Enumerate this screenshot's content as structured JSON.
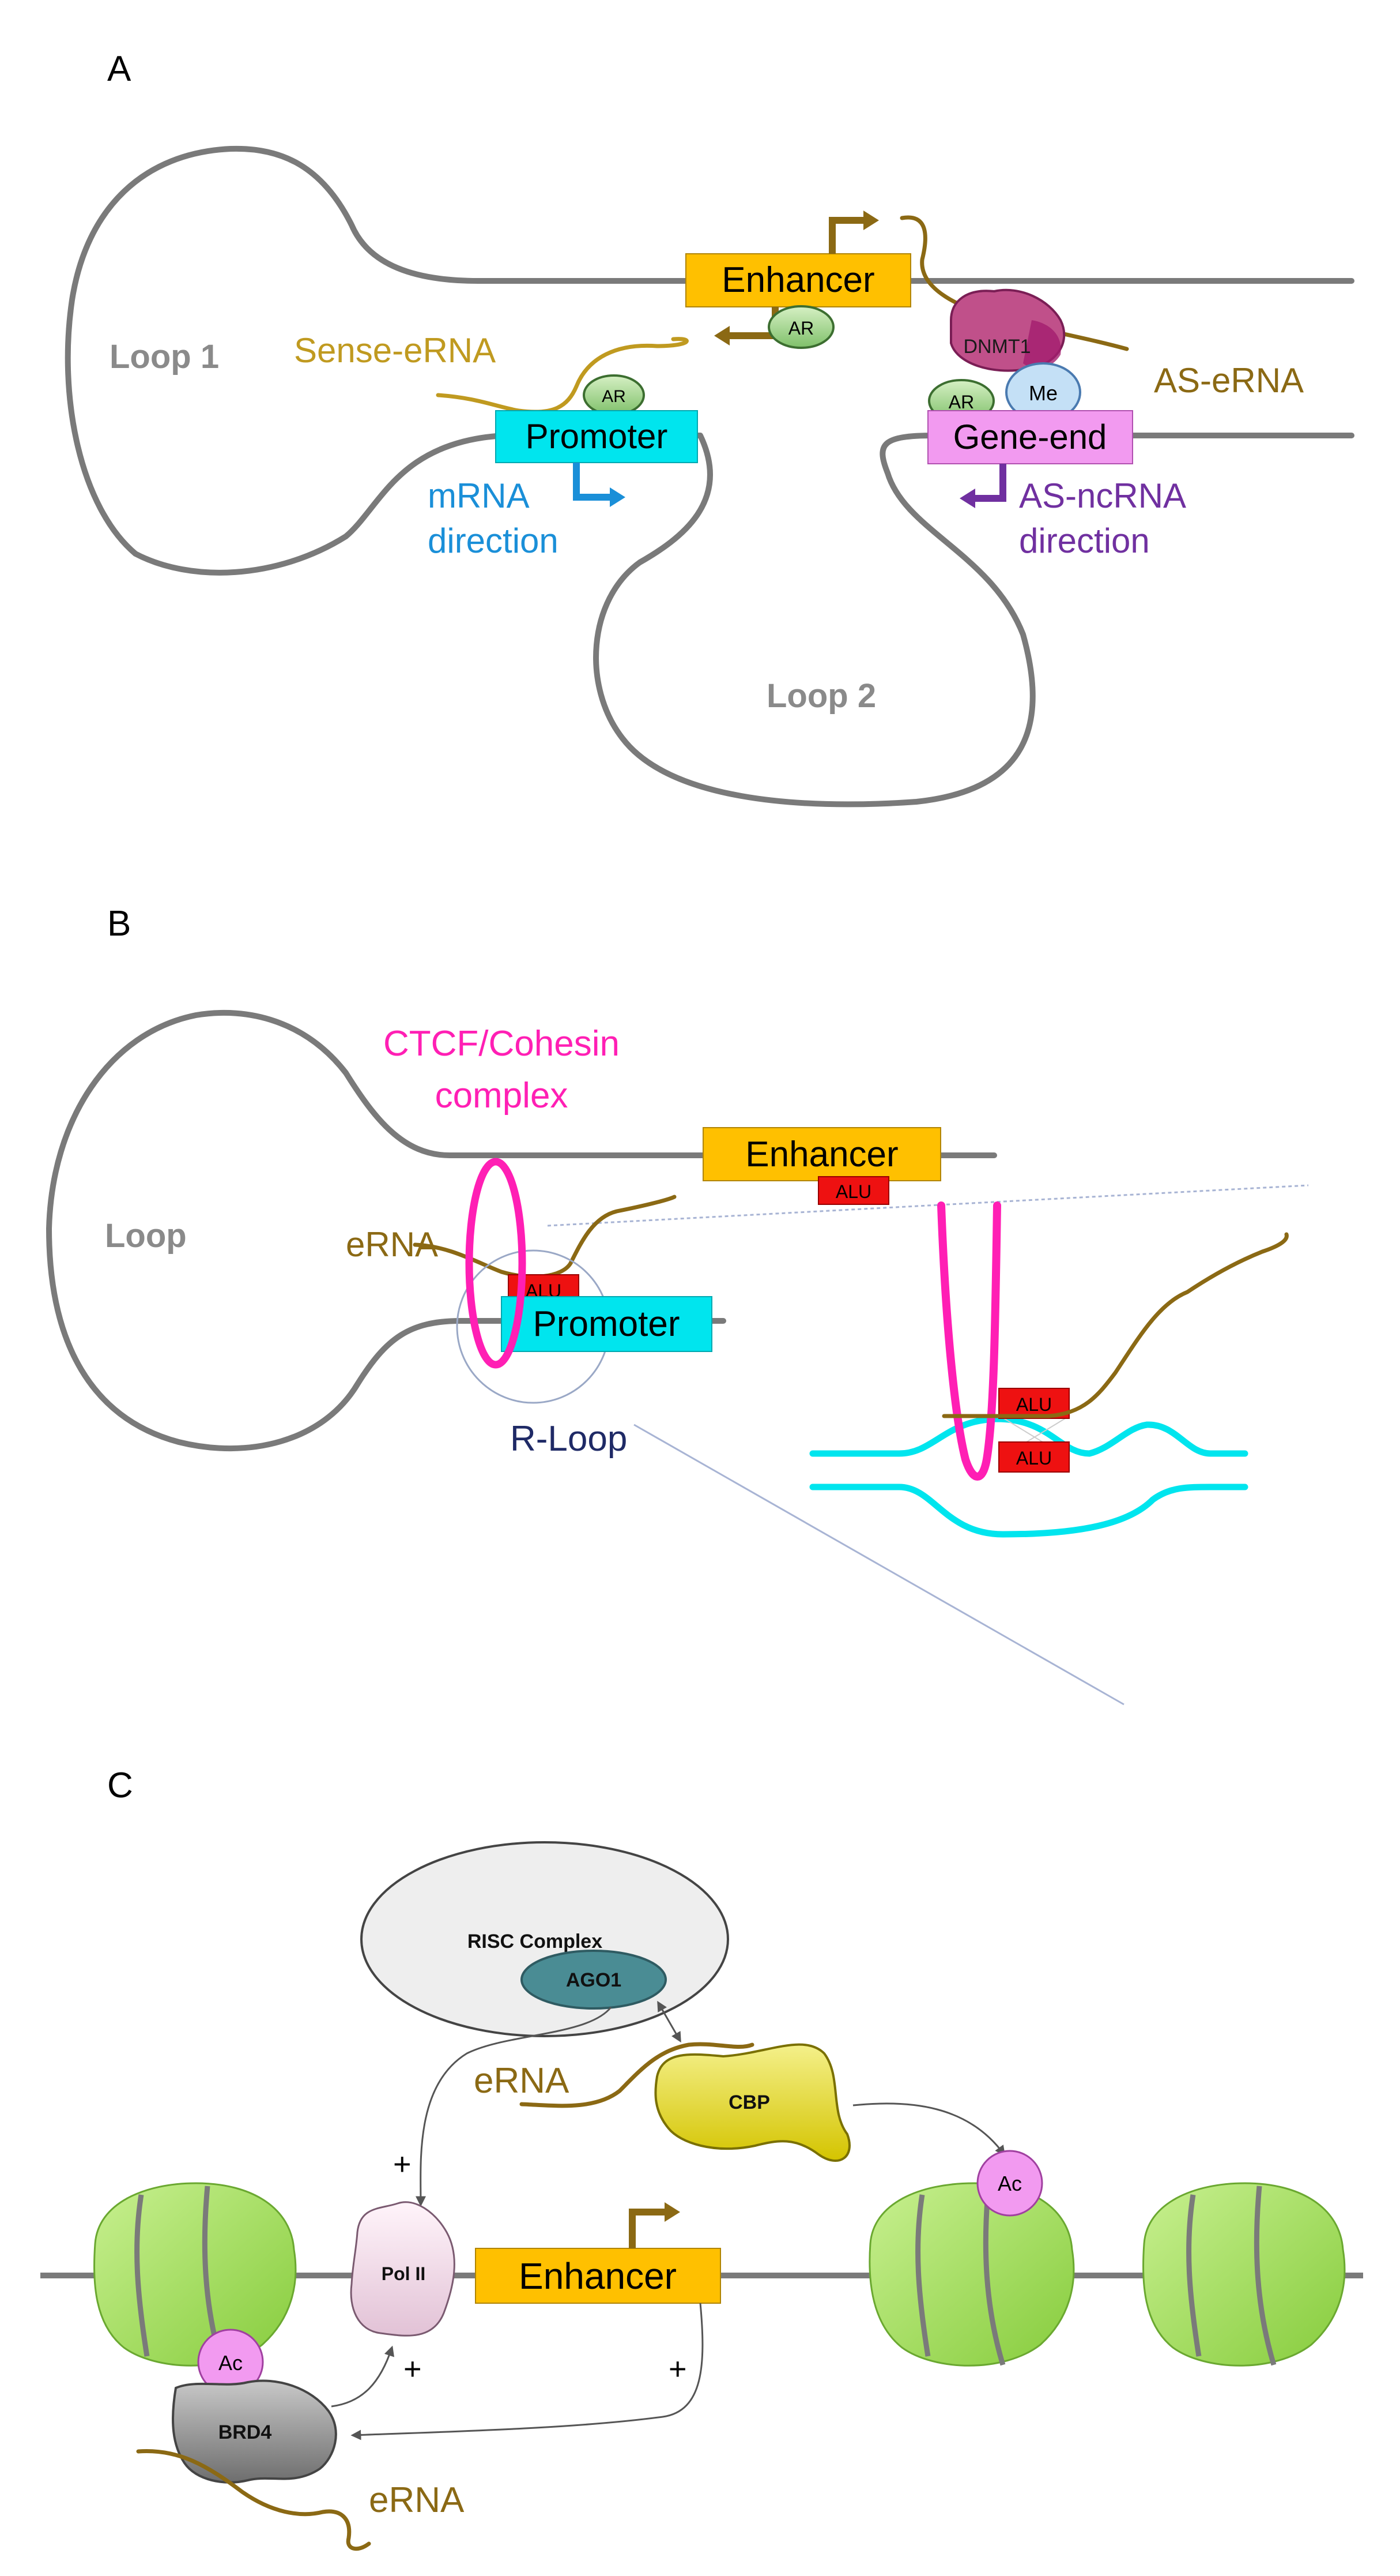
{
  "panels": {
    "a": {
      "letter": "A",
      "loop1": "Loop 1",
      "loop2": "Loop 2",
      "enhancer": "Enhancer",
      "promoter": "Promoter",
      "gene_end": "Gene-end",
      "ar": "AR",
      "dnmt1": "DNMT1",
      "me": "Me",
      "sense_erna": "Sense-eRNA",
      "as_erna": "AS-eRNA",
      "mrna_line1": "mRNA",
      "mrna_line2": "direction",
      "asnc_line1": "AS-ncRNA",
      "asnc_line2": "direction"
    },
    "b": {
      "letter": "B",
      "loop": "Loop",
      "ctcf_line1": "CTCF/Cohesin",
      "ctcf_line2": "complex",
      "enhancer": "Enhancer",
      "promoter": "Promoter",
      "alu": "ALU",
      "erna": "eRNA",
      "rloop": "R-Loop"
    },
    "c": {
      "letter": "C",
      "risc": "RISC Complex",
      "ago1": "AGO1",
      "erna_top": "eRNA",
      "cbp": "CBP",
      "ac": "Ac",
      "pol2": "Pol II",
      "enhancer": "Enhancer",
      "brd4": "BRD4",
      "erna_bottom": "eRNA",
      "plus": "+"
    }
  },
  "colors": {
    "dna": "#7a7a7a",
    "enhancer": "#ffc000",
    "promoter": "#00e5ee",
    "gene_end": "#f29af0",
    "erna_sense": "#c09a20",
    "erna": "#8b6914",
    "mrna": "#1a8fd8",
    "asnc": "#7030a0",
    "ctcf": "#ff1fb4",
    "alu": "#ee1111",
    "rloop_text": "#1f2a66",
    "nucleosome": "#a8e060"
  }
}
